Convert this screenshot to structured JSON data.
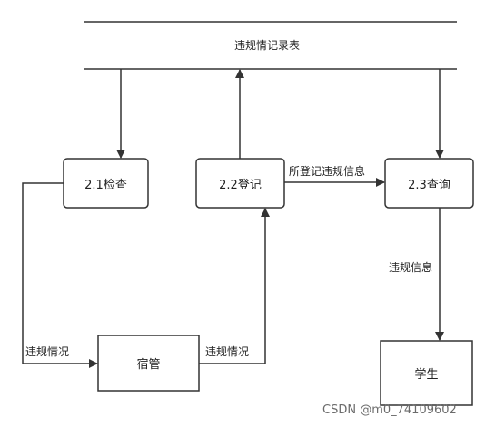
{
  "datastore": {
    "label": "违规情记录表"
  },
  "processes": {
    "check": {
      "label": "2.1检查"
    },
    "register": {
      "label": "2.2登记"
    },
    "query": {
      "label": "2.3查询"
    }
  },
  "entities": {
    "dorm_manager": {
      "label": "宿管"
    },
    "student": {
      "label": "学生"
    }
  },
  "flows": {
    "registered_info": "所登记违规信息",
    "violation_info": "违规信息",
    "violation_situation_1": "违规情况",
    "violation_situation_2": "违规情况"
  },
  "watermark": "CSDN @m0_74109602"
}
